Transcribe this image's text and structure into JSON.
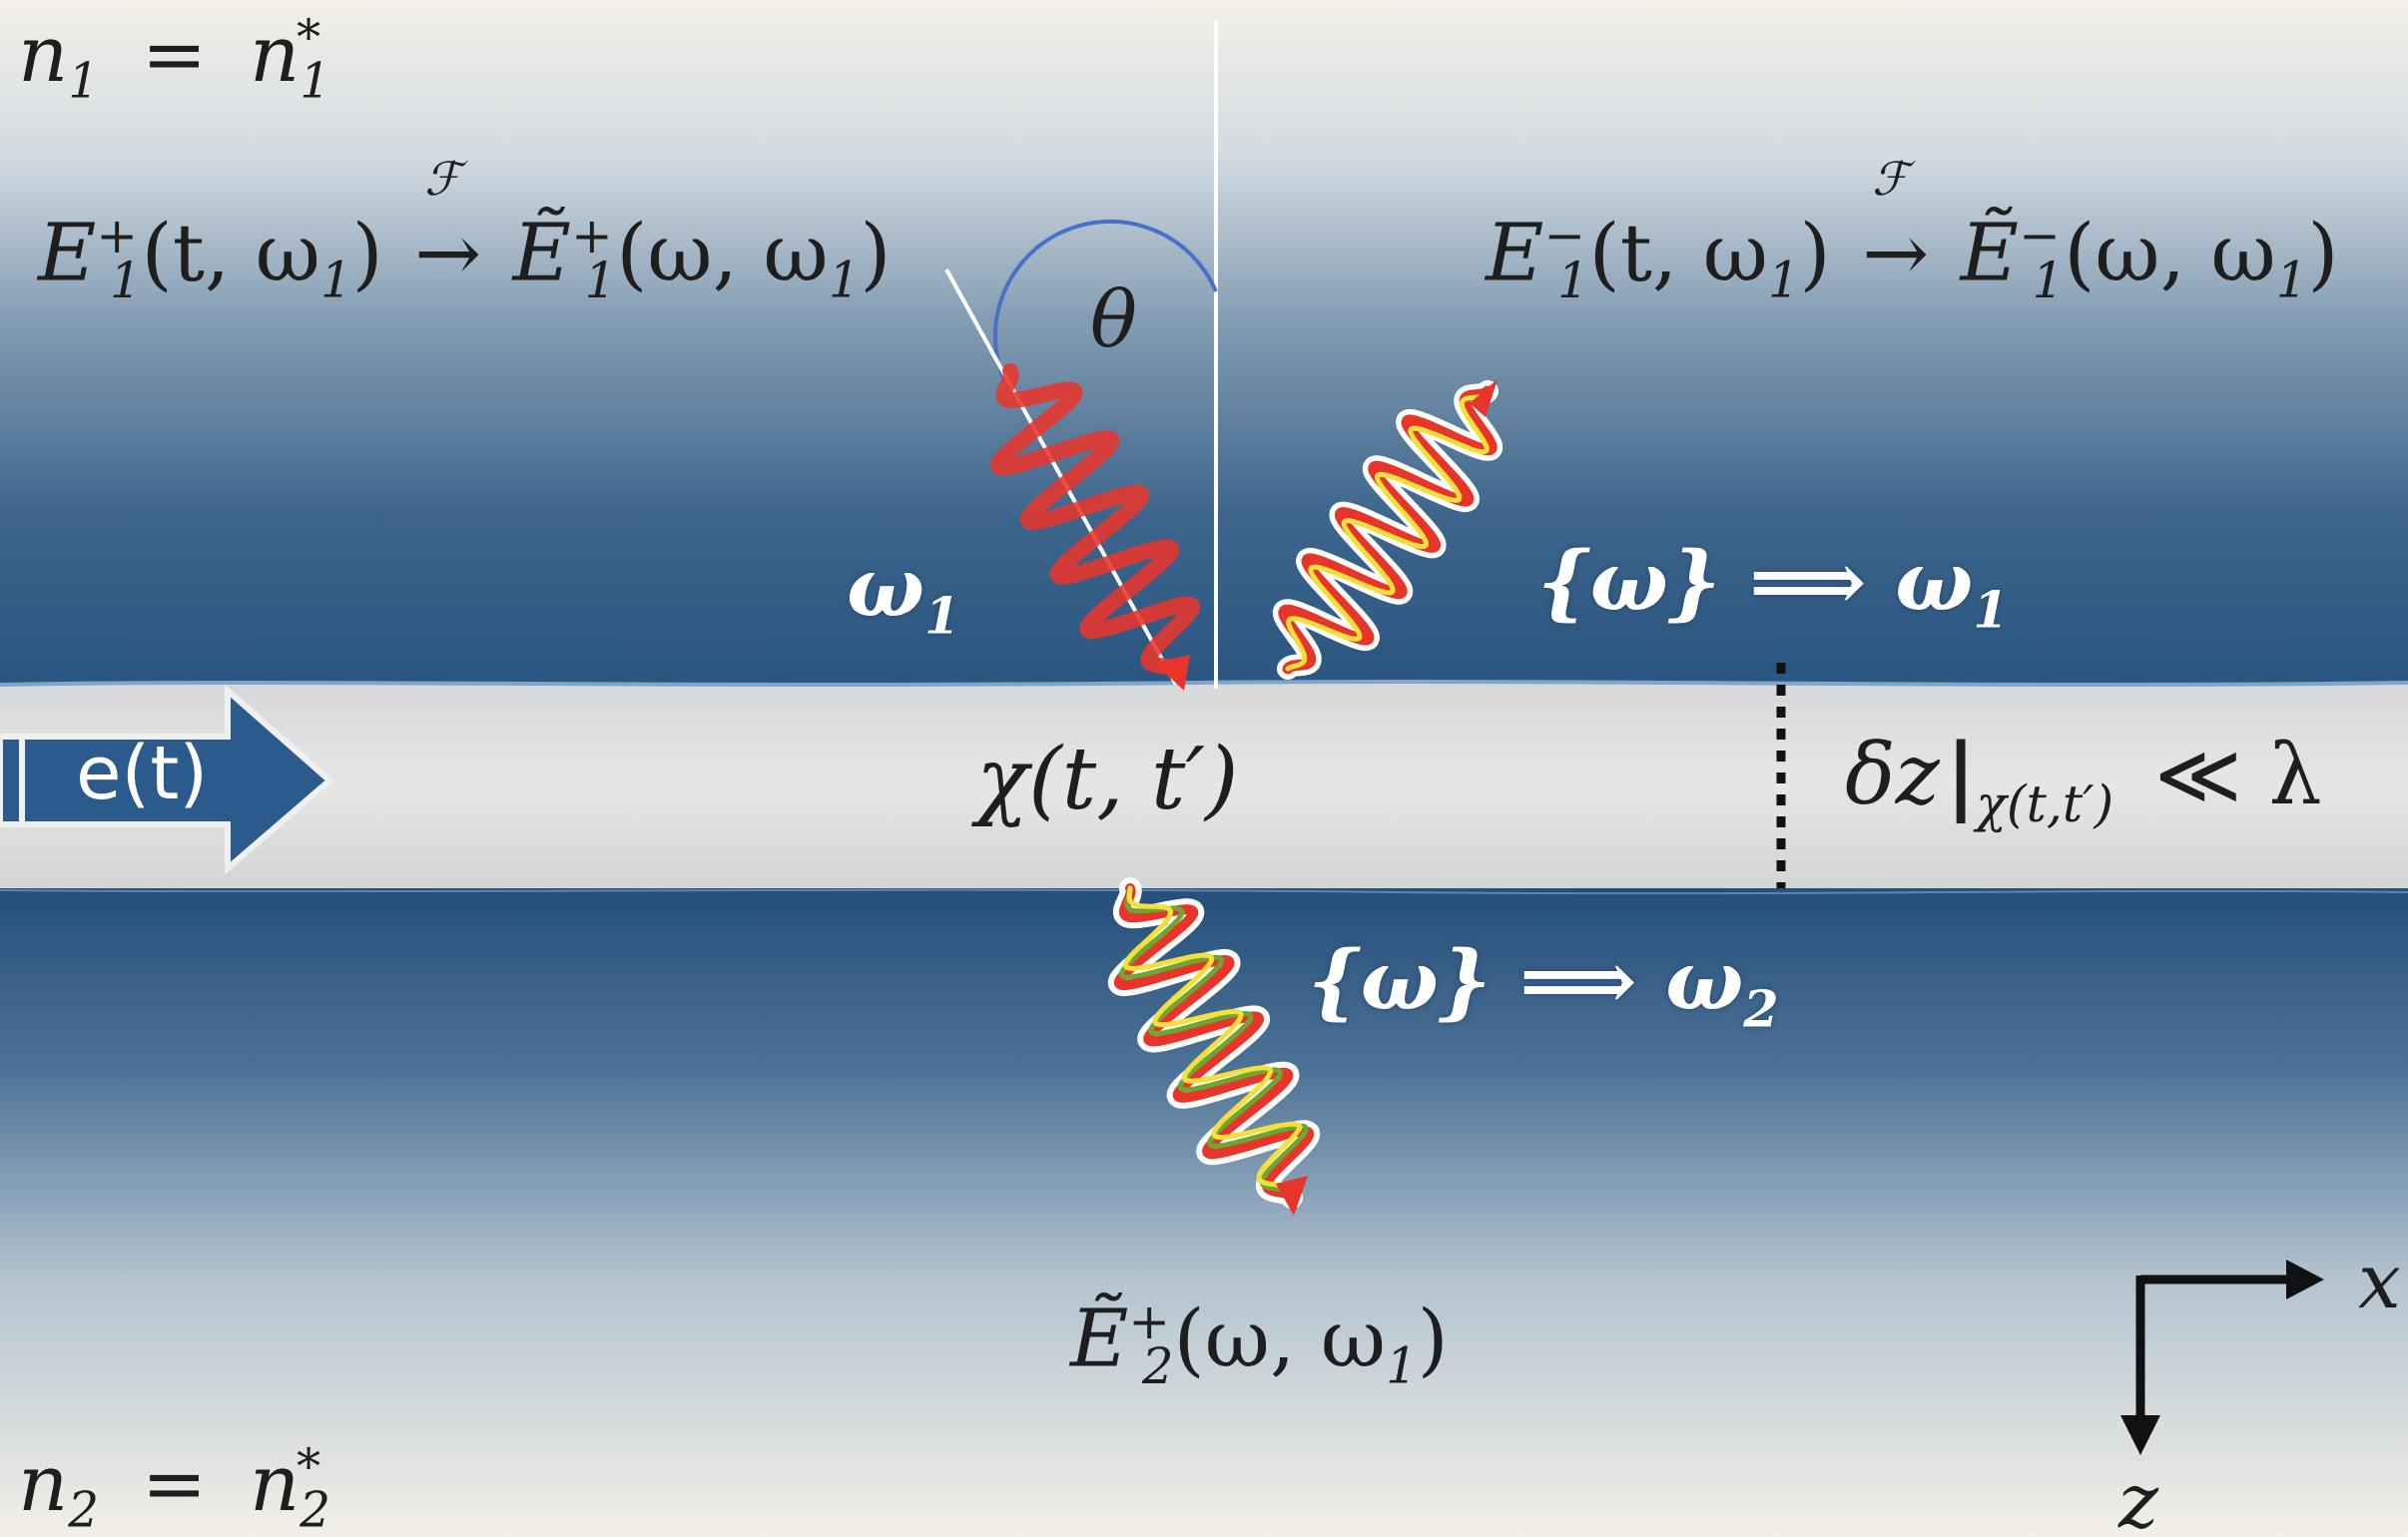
{
  "media": {
    "n1_left": "n",
    "n1_sub": "1",
    "n1_eq": "=",
    "n1_right": "n",
    "n1_right_sub": "1",
    "n1_right_sup": "*",
    "n2_left": "n",
    "n2_sub": "2",
    "n2_eq": "=",
    "n2_right": "n",
    "n2_right_sub": "2",
    "n2_right_sup": "*"
  },
  "fields": {
    "incident": {
      "E": "E",
      "sup": "+",
      "sub": "1",
      "args": "(t, ω",
      "args_sub": "1",
      "close": ")",
      "F": "ℱ",
      "arrow": "→",
      "Et": "Ẽ",
      "Et_sup": "+",
      "Et_sub": "1",
      "Et_args": "(ω, ω",
      "Et_args_sub": "1",
      "Et_close": ")"
    },
    "reflected": {
      "E": "E",
      "sup": "−",
      "sub": "1",
      "args": "(t, ω",
      "args_sub": "1",
      "close": ")",
      "F": "ℱ",
      "arrow": "→",
      "Et": "Ẽ",
      "Et_sup": "−",
      "Et_sub": "1",
      "Et_args": "(ω, ω",
      "Et_args_sub": "1",
      "Et_close": ")"
    },
    "transmitted": {
      "Et": "Ẽ",
      "Et_sup": "+",
      "Et_sub": "2",
      "Et_args": "(ω, ω",
      "Et_args_sub": "1",
      "Et_close": ")"
    }
  },
  "labels": {
    "theta": "θ",
    "omega1": "ω",
    "omega1_sub": "1",
    "refl_set": "{ω} ⟹ ω",
    "refl_sub": "1",
    "trans_set": "{ω} ⟹ ω",
    "trans_sub": "2",
    "chi": "χ(t, t′)",
    "dz": "δz",
    "dz_bar": "|",
    "dz_sub": "χ(t,t′)",
    "dz_ll": "≪ λ",
    "et": "e(t)",
    "axis_x": "x",
    "axis_z": "z"
  },
  "colors": {
    "wave_red": "#e8352c",
    "wave_yellow": "#f5e03a",
    "wave_green": "#6aa832",
    "medium_blue": "#2a5580",
    "layer": "#e4e4e4",
    "arrow_blue": "#2a5b8c",
    "theta_arc": "#4a6fc8"
  }
}
